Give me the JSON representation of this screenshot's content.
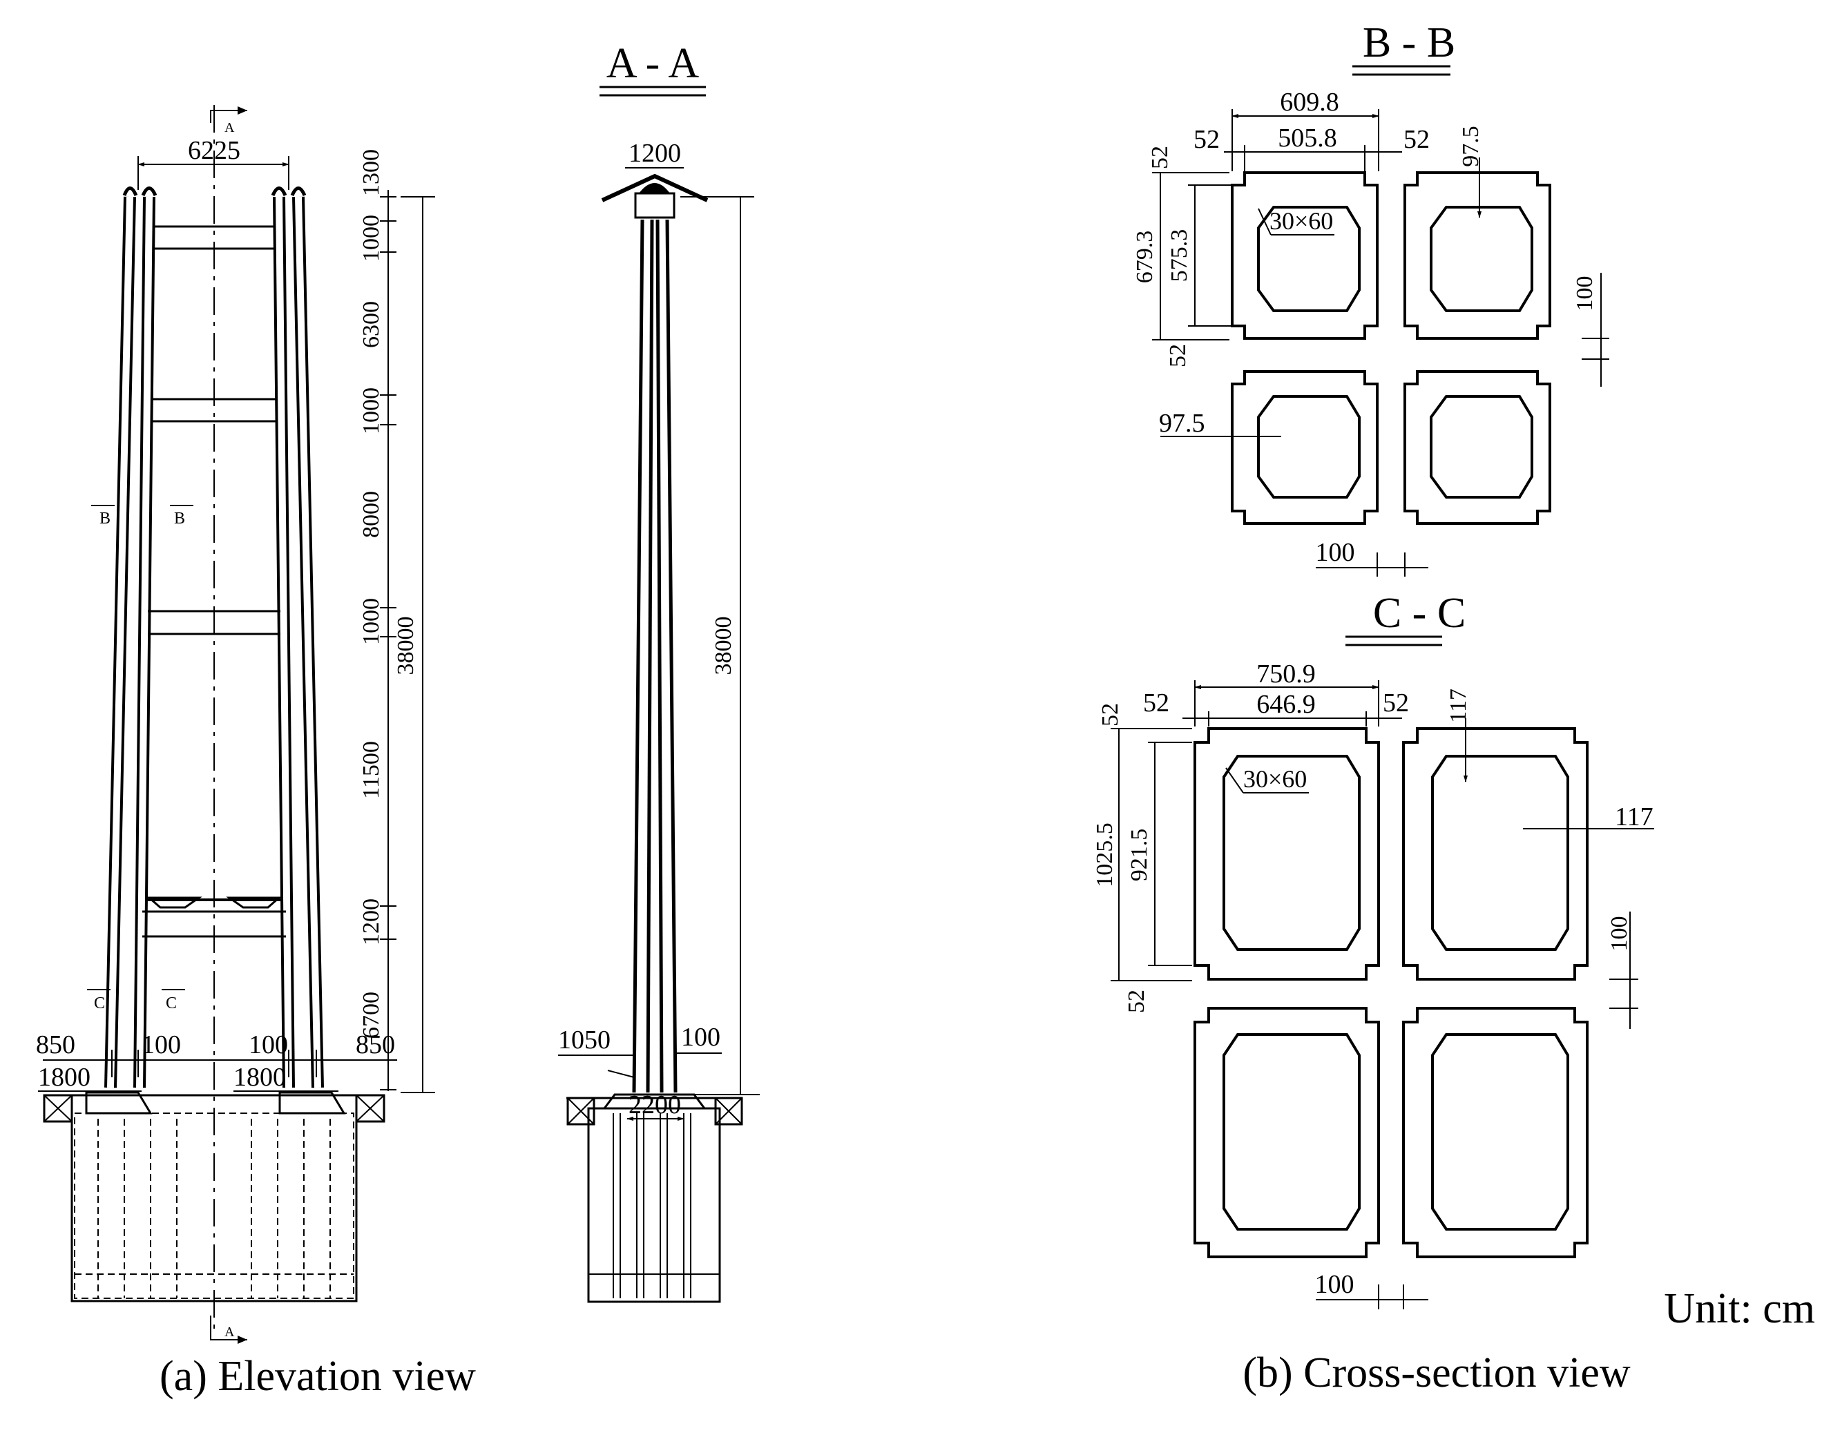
{
  "elevation": {
    "caption": "(a) Elevation view",
    "cut_marker": "A",
    "width_dim": "6225",
    "heights": [
      "1300",
      "1000",
      "6300",
      "1000",
      "8000",
      "1000",
      "11500",
      "1200",
      "6700"
    ],
    "total_height": "38000",
    "section_b": "B",
    "section_c": "C",
    "left_offset": "850",
    "left_wall": "100",
    "right_wall": "100",
    "right_offset": "850",
    "left_base": "1800",
    "right_base": "1800"
  },
  "section_aa": {
    "title": "A - A",
    "top_width": "1200",
    "total_height": "38000",
    "base_left": "1050",
    "base_wall": "100",
    "base_width": "2200"
  },
  "section_bb": {
    "title": "B - B",
    "outer_width": "609.8",
    "inner_width": "505.8",
    "left_offset": "52",
    "right_offset": "52",
    "top_offset": "52",
    "outer_height": "679.3",
    "inner_height": "575.3",
    "bottom_offset": "52",
    "chamfer": "30×60",
    "top_wall": "97.5",
    "side_wall": "97.5",
    "gap_v": "100",
    "gap_h": "100"
  },
  "section_cc": {
    "title": "C - C",
    "outer_width": "750.9",
    "inner_width": "646.9",
    "left_offset": "52",
    "right_offset": "52",
    "top_offset": "52",
    "outer_height": "1025.5",
    "inner_height": "921.5",
    "bottom_offset": "52",
    "chamfer": "30×60",
    "top_wall": "117",
    "side_wall": "117",
    "gap_v": "100",
    "gap_h": "100"
  },
  "unit": "Unit: cm",
  "cross_section_caption": "(b) Cross-section view"
}
